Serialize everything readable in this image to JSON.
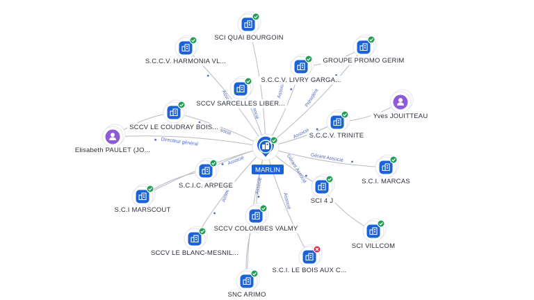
{
  "colors": {
    "company": "#1a62d6",
    "person": "#8e5bd6",
    "check": "#1f9d55",
    "cross": "#e0284a",
    "edge": "#b4b9c4",
    "edge_label": "#5068c8",
    "center_badge": "#1a62d6"
  },
  "center": {
    "label": "MARLIN",
    "icon": "company-building-icon",
    "status": "active"
  },
  "nodes": [
    {
      "id": "quai",
      "label": "SCI QUAI BOURGOIN",
      "kind": "company",
      "status": "active"
    },
    {
      "id": "harmonia",
      "label": "S.C.C.V. HARMONIA VL...",
      "kind": "company",
      "status": "active"
    },
    {
      "id": "livry",
      "label": "S.C.C.V. LIVRY GARGA...",
      "kind": "company",
      "status": "active"
    },
    {
      "id": "gerim",
      "label": "GROUPE PROMO GERIM",
      "kind": "company",
      "status": "active"
    },
    {
      "id": "sarcelles",
      "label": "SCCV SARCELLES LIBER...",
      "kind": "company",
      "status": "active"
    },
    {
      "id": "coudray",
      "label": "SCCV LE COUDRAY BOIS...",
      "kind": "company",
      "status": "active"
    },
    {
      "id": "jouitteau",
      "label": "Yves JOUITTEAU",
      "kind": "person"
    },
    {
      "id": "trinite",
      "label": "S.C.C.V. TRINITE",
      "kind": "company",
      "status": "active"
    },
    {
      "id": "paulet",
      "label": "Elisabeth PAULET (JO...",
      "kind": "person"
    },
    {
      "id": "marcas",
      "label": "S.C.I. MARCAS",
      "kind": "company",
      "status": "active"
    },
    {
      "id": "arpege",
      "label": "S.C.I.C. ARPEGE",
      "kind": "company",
      "status": "active"
    },
    {
      "id": "sci4j",
      "label": "SCI 4 J",
      "kind": "company",
      "status": "active"
    },
    {
      "id": "marscout",
      "label": "S.C.I MARSCOUT",
      "kind": "company",
      "status": "active"
    },
    {
      "id": "colombes",
      "label": "SCCV COLOMBES VALMY",
      "kind": "company",
      "status": "active"
    },
    {
      "id": "villcom",
      "label": "SCI VILLCOM",
      "kind": "company",
      "status": "active"
    },
    {
      "id": "blanc",
      "label": "SCCV LE BLANC-MESNIL...",
      "kind": "company",
      "status": "active"
    },
    {
      "id": "boisaux",
      "label": "S.C.I. LE BOIS AUX C...",
      "kind": "company",
      "status": "inactive"
    },
    {
      "id": "arimo",
      "label": "SNC ARIMO",
      "kind": "company",
      "status": "active"
    }
  ],
  "edges": [
    {
      "from": "center",
      "to": "quai"
    },
    {
      "from": "center",
      "to": "harmonia",
      "label": "Associé"
    },
    {
      "from": "center",
      "to": "livry",
      "label": "Associé"
    },
    {
      "from": "center",
      "to": "gerim",
      "label": "Président"
    },
    {
      "from": "center",
      "to": "sarcelles",
      "label": "Associé"
    },
    {
      "from": "center",
      "to": "coudray",
      "label": "Associé"
    },
    {
      "from": "center",
      "to": "trinite",
      "label": "Associé"
    },
    {
      "from": "center",
      "to": "paulet",
      "label": "Directeur général"
    },
    {
      "from": "center",
      "to": "marcas",
      "label": "Gérant Associé"
    },
    {
      "from": "center",
      "to": "arpege",
      "label": "Associé"
    },
    {
      "from": "center",
      "to": "sci4j",
      "label": "Gérant Associé"
    },
    {
      "from": "center",
      "to": "colombes",
      "label": "Associé"
    },
    {
      "from": "center",
      "to": "blanc",
      "label": "Associé"
    },
    {
      "from": "center",
      "to": "boisaux",
      "label": "Associé"
    },
    {
      "from": "center",
      "to": "marscout"
    },
    {
      "from": "center",
      "to": "arimo"
    },
    {
      "from": "livry",
      "to": "gerim"
    },
    {
      "from": "trinite",
      "to": "jouitteau"
    },
    {
      "from": "sci4j",
      "to": "villcom"
    },
    {
      "from": "colombes",
      "to": "arimo"
    },
    {
      "from": "arpege",
      "to": "marscout"
    },
    {
      "from": "coudray",
      "to": "paulet"
    }
  ]
}
